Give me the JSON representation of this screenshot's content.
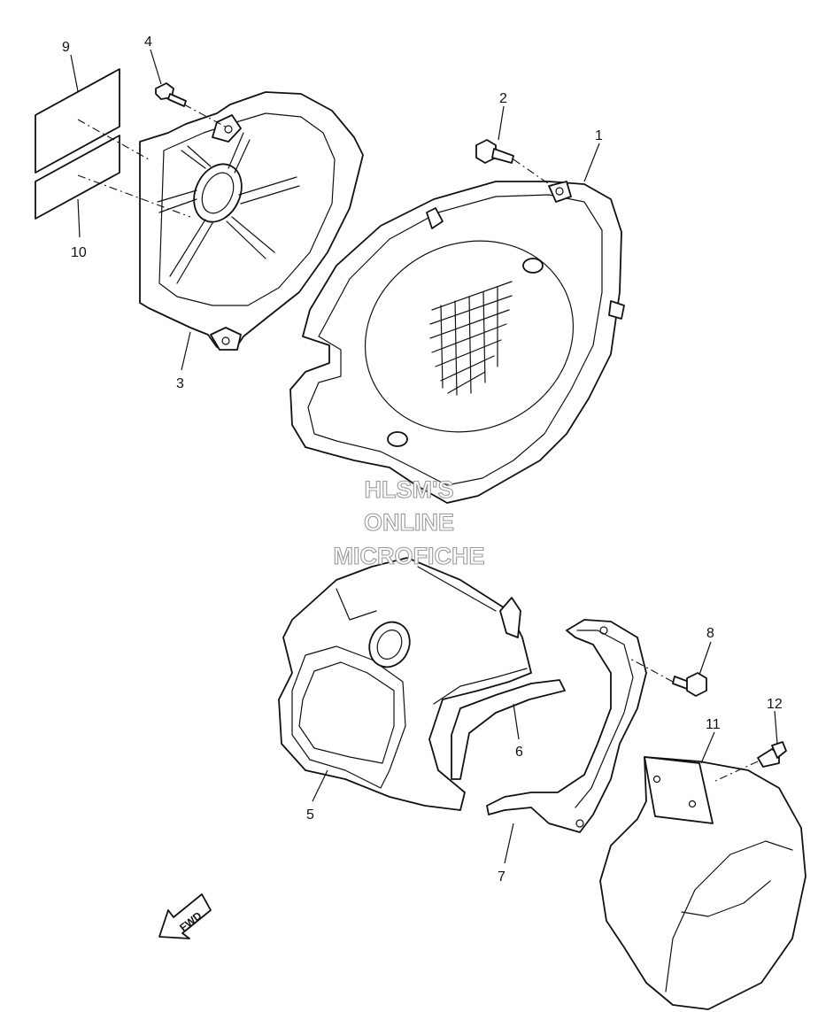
{
  "callouts": {
    "c1": "1",
    "c2": "2",
    "c3": "3",
    "c4": "4",
    "c5": "5",
    "c6": "6",
    "c7": "7",
    "c8": "8",
    "c9": "9",
    "c10": "10",
    "c11": "11",
    "c12": "12"
  },
  "watermark": {
    "line1": "HLSM'S",
    "line2": "ONLINE",
    "line3": "MICROFICHE"
  },
  "direction_arrow": {
    "label": "FWD"
  }
}
